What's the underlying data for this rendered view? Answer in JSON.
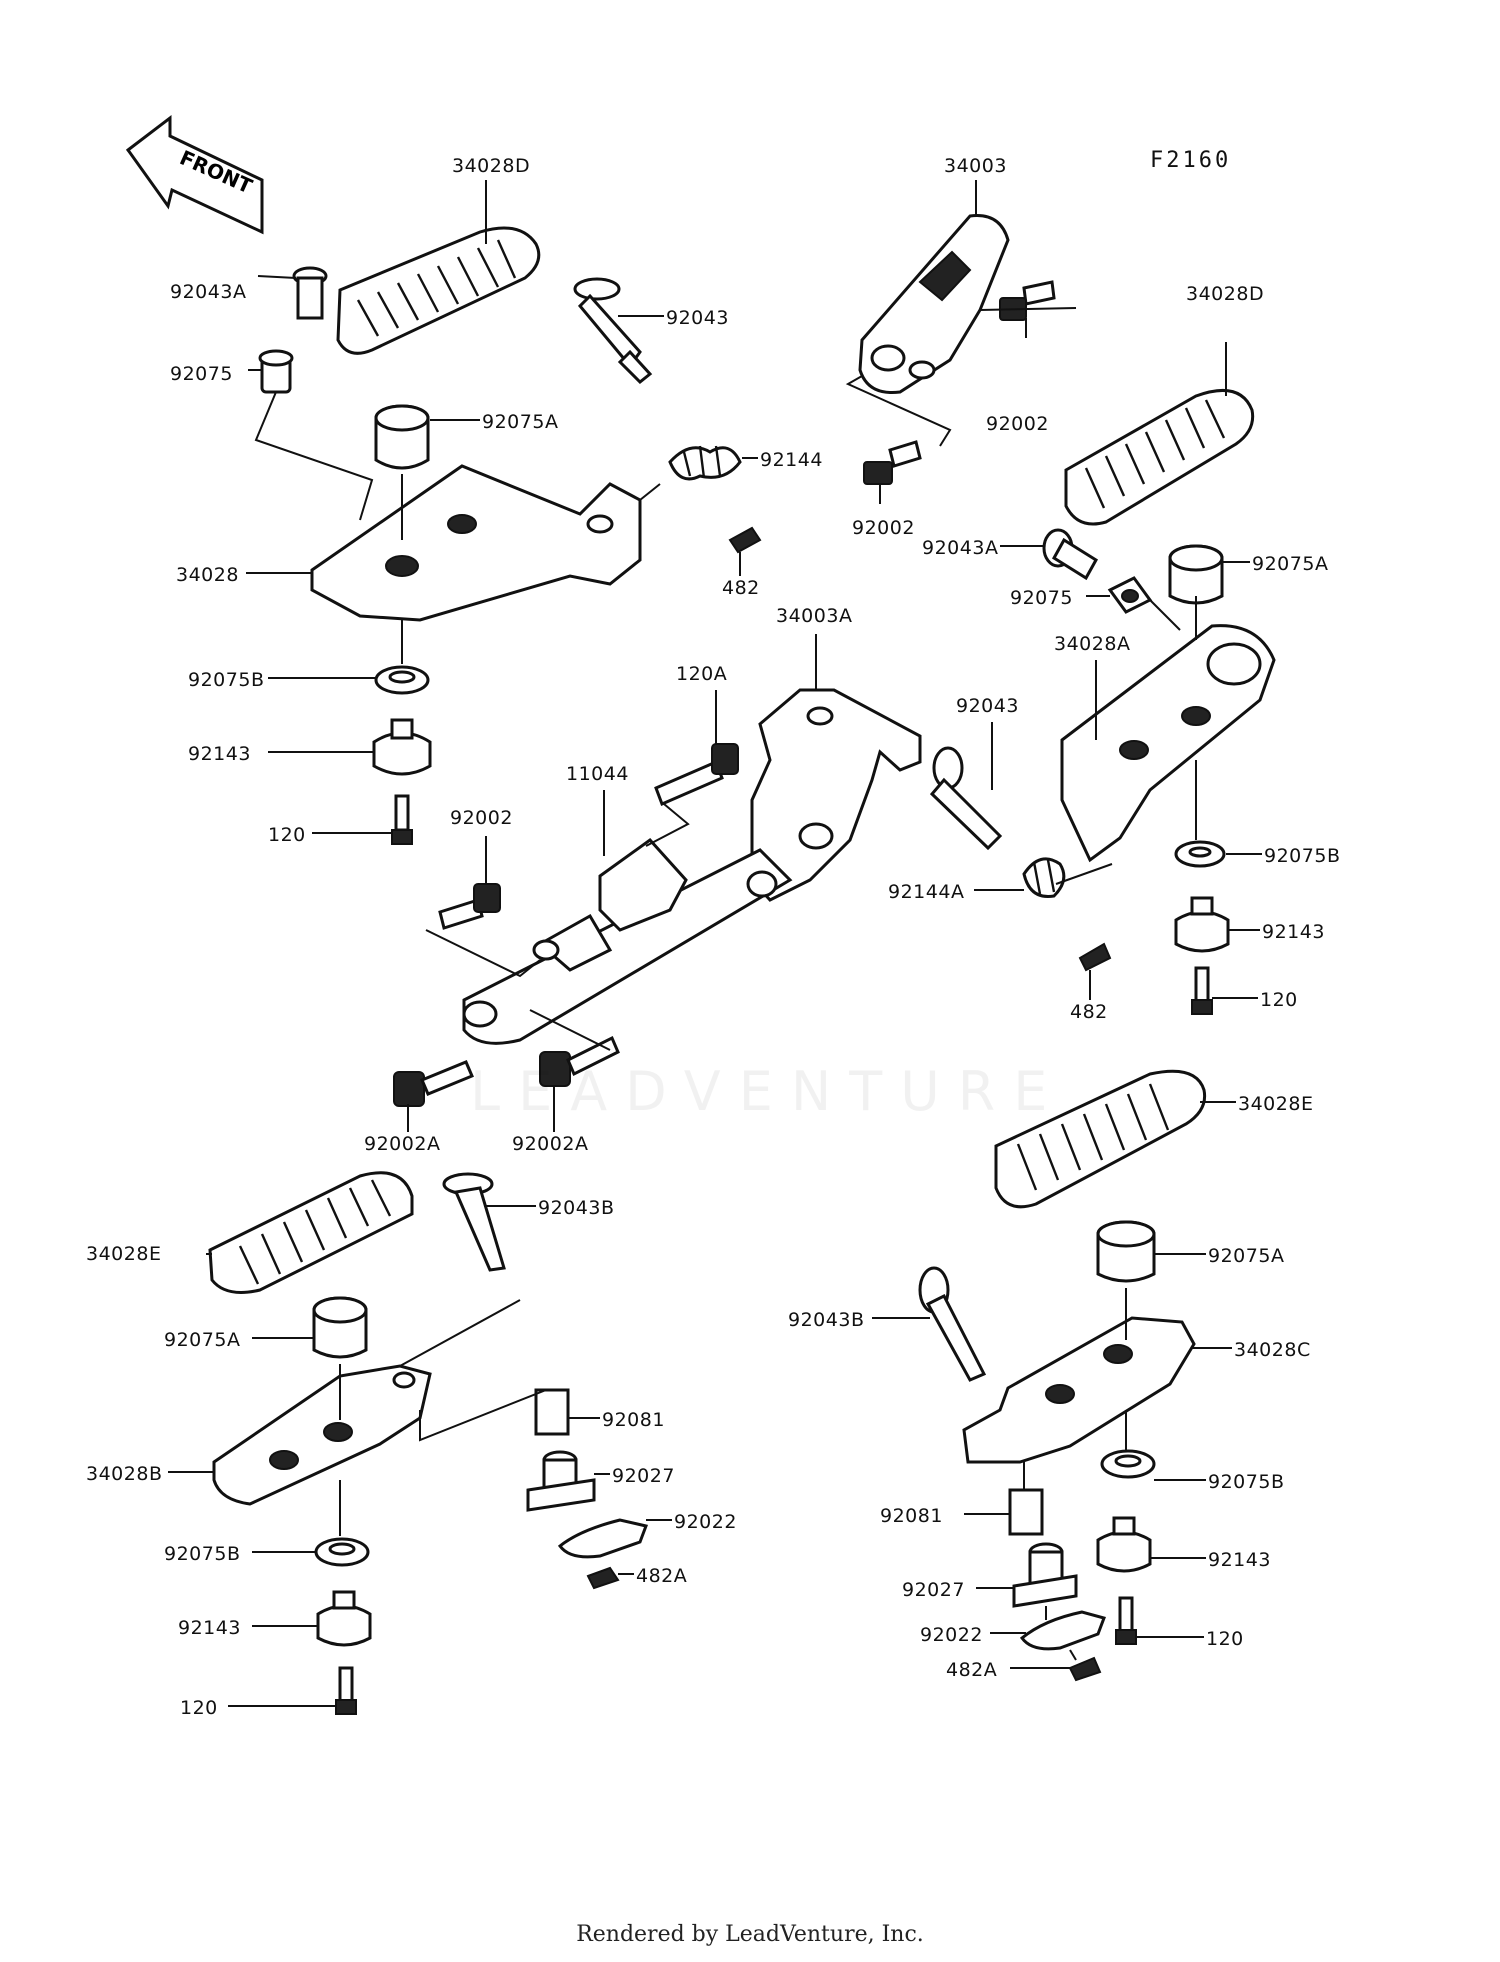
{
  "diagram_code": "F2160",
  "front_label": "FRONT",
  "watermark": "LEADVENTURE",
  "footer": "Rendered by LeadVenture, Inc.",
  "labels": [
    "34028D",
    "92043A",
    "92075",
    "92043",
    "92075A",
    "92144",
    "34028",
    "482",
    "92075B",
    "92143",
    "120",
    "34003",
    "92002",
    "34028D",
    "92002",
    "92043A",
    "92075A",
    "92075",
    "34003A",
    "120A",
    "11044",
    "92002",
    "34028A",
    "92043",
    "92075B",
    "92144A",
    "92143",
    "482",
    "120",
    "92002A",
    "92002A",
    "34028E",
    "92043B",
    "34028E",
    "92075A",
    "34028B",
    "92081",
    "92027",
    "92022",
    "482A",
    "92075B",
    "92143",
    "120",
    "92075A",
    "92043B",
    "34028C",
    "92075B",
    "92081",
    "92143",
    "92027",
    "92022",
    "120",
    "482A"
  ]
}
